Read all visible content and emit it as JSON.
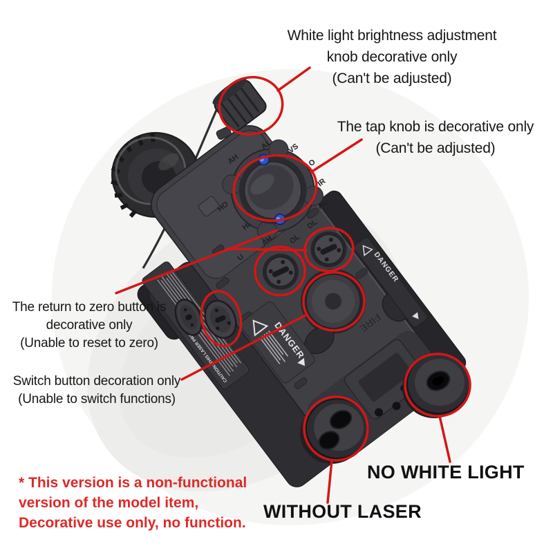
{
  "callouts": {
    "white_light_knob": {
      "lines": [
        "White light brightness adjustment",
        "knob decorative only",
        "(Can't be adjusted)"
      ]
    },
    "tap_knob": {
      "lines": [
        "The tap knob is decorative only",
        "(Can't be adjusted)"
      ]
    },
    "return_to_zero": {
      "lines": [
        "The return to zero button is",
        "decorative only",
        "(Unable to reset to zero)"
      ]
    },
    "switch_button": {
      "lines": [
        "Switch button decoration only",
        "(Unable to switch functions)"
      ]
    },
    "no_white_light": "NO WHITE LIGHT",
    "without_laser": "WITHOUT LASER",
    "disclaimer": {
      "lines": [
        "* This version is a non-functional",
        "version of the model item,",
        "Decorative use only, no function."
      ]
    }
  },
  "device": {
    "fire_label": "FIRE",
    "danger_label_top": "DANGER",
    "danger_label_side": "DANGER",
    "caution_label": "CAUTION: THIS LASER PRODUCT",
    "selector_marks_ring": [
      "AH",
      "AL",
      "VS",
      "O",
      "IR",
      "AL",
      "DL",
      "OL"
    ],
    "selector_marks_left": [
      "HO",
      "HI",
      "AH",
      "U"
    ]
  },
  "colors": {
    "annotation_red": "#d21717",
    "disclaimer_red": "#dc2a27",
    "callout_text": "#161616",
    "label_bold_text": "#111111",
    "body_dark": "#3f3f44",
    "screw_blue": "#2a55c8"
  }
}
